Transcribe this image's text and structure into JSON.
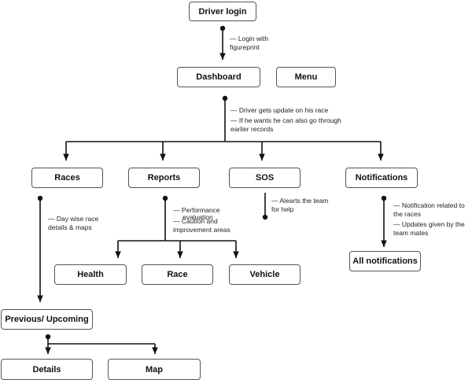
{
  "nodes": {
    "driver_login": "Driver login",
    "dashboard": "Dashboard",
    "menu": "Menu",
    "races": "Races",
    "reports": "Reports",
    "sos": "SOS",
    "notifications": "Notifications",
    "health": "Health",
    "race": "Race",
    "vehicle": "Vehicle",
    "all_notifications": "All notifications",
    "previous_upcoming": "Previous/ Upcoming",
    "details": "Details",
    "map": "Map"
  },
  "notes": {
    "login": [
      "— Login with",
      "figureprint"
    ],
    "dashboard": [
      "— Driver gets update on his race",
      "— If he wants he can also go through",
      "earlier records"
    ],
    "races": [
      "— Day wise race",
      "details & maps"
    ],
    "reports": [
      "— Performance",
      "evaluation",
      "— Caution and",
      "improvement areas"
    ],
    "sos": [
      "— Alearts the team",
      "for help"
    ],
    "notifications": [
      "— Notification related to",
      "the races",
      "— Updates given by the",
      "team mates"
    ]
  },
  "colors": {
    "line": "#111111",
    "box_border": "#555555"
  }
}
